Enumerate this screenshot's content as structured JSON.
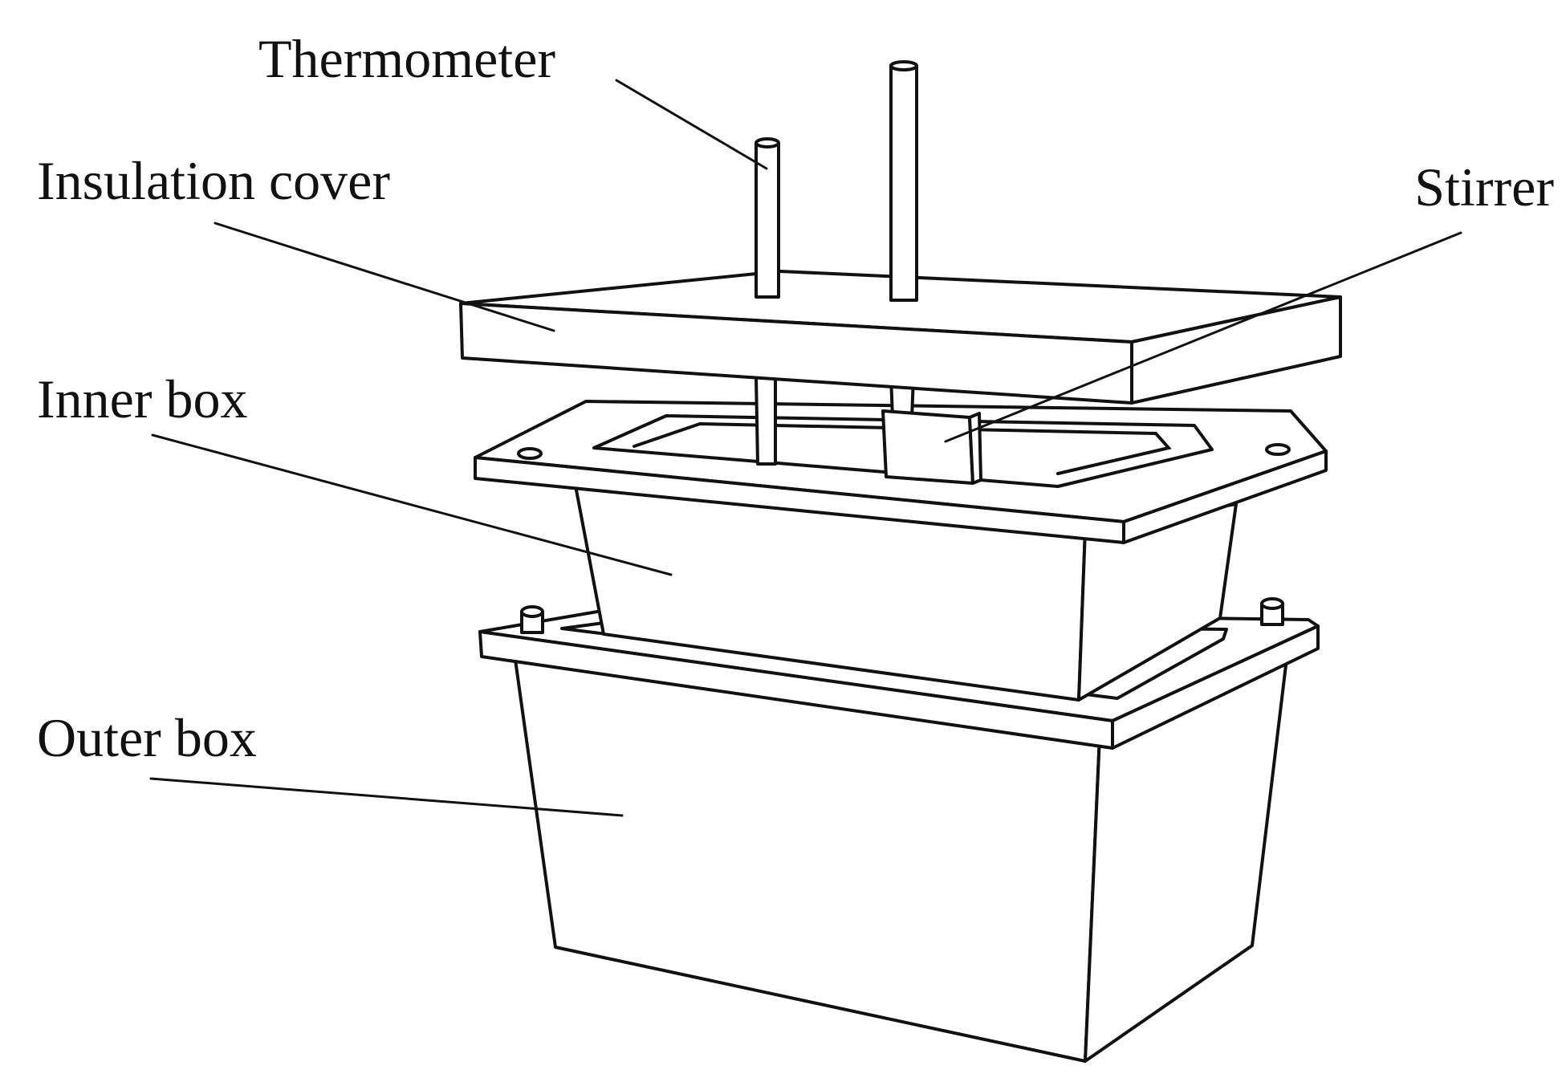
{
  "labels": {
    "thermometer": "Thermometer",
    "insulation_cover": "Insulation cover",
    "stirrer": "Stirrer",
    "inner_box": "Inner box",
    "outer_box": "Outer box"
  }
}
